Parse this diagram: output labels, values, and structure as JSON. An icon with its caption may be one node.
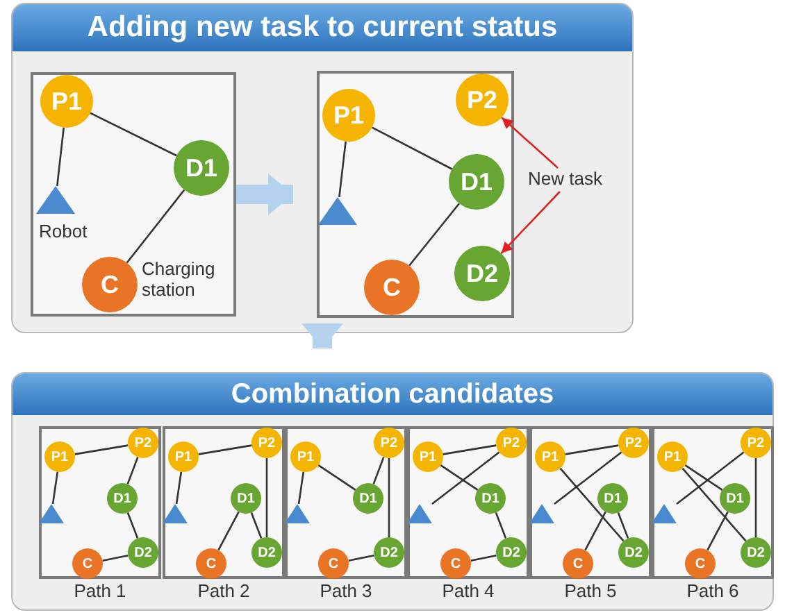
{
  "diagram": {
    "nodes": [
      {
        "text": [
          "Adding new task to current status"
        ]
      },
      {
        "text": [],
        "shape": "box",
        "in": 0
      },
      {
        "text": [
          "P1"
        ],
        "in": 1
      },
      {
        "text": [
          "D1"
        ],
        "in": 1
      },
      {
        "text": [],
        "shape": "triangle",
        "in": 1,
        "beside": [
          "Robot"
        ]
      },
      {
        "text": [
          "C"
        ],
        "in": 1,
        "beside": [
          "Charging station"
        ]
      },
      {
        "text": [],
        "shape": "box",
        "in": 0
      },
      {
        "text": [
          "P1"
        ],
        "in": 6
      },
      {
        "text": [
          "P2"
        ],
        "in": 6
      },
      {
        "text": [
          "D1"
        ],
        "in": 6
      },
      {
        "text": [],
        "shape": "triangle",
        "in": 6
      },
      {
        "text": [
          "D2"
        ],
        "in": 6
      },
      {
        "text": [
          "C"
        ],
        "in": 6
      },
      {
        "text": [
          "New task"
        ],
        "in": 0
      },
      {
        "text": [
          "Combination candidates"
        ]
      },
      {
        "text": [],
        "shape": "box",
        "in": 14,
        "beside": [
          "Path 1"
        ]
      },
      {
        "text": [
          "P1"
        ],
        "in": 15
      },
      {
        "text": [
          "P2"
        ],
        "in": 15
      },
      {
        "text": [
          "D1"
        ],
        "in": 15
      },
      {
        "text": [],
        "shape": "triangle",
        "in": 15
      },
      {
        "text": [
          "D2"
        ],
        "in": 15
      },
      {
        "text": [
          "C"
        ],
        "in": 15
      },
      {
        "text": [],
        "shape": "box",
        "in": 14,
        "beside": [
          "Path 2"
        ]
      },
      {
        "text": [
          "P1"
        ],
        "in": 22
      },
      {
        "text": [
          "P2"
        ],
        "in": 22
      },
      {
        "text": [
          "D1"
        ],
        "in": 22
      },
      {
        "text": [],
        "shape": "triangle",
        "in": 22
      },
      {
        "text": [
          "D2"
        ],
        "in": 22
      },
      {
        "text": [
          "C"
        ],
        "in": 22
      },
      {
        "text": [],
        "shape": "box",
        "in": 14,
        "beside": [
          "Path 3"
        ]
      },
      {
        "text": [
          "P1"
        ],
        "in": 29
      },
      {
        "text": [
          "P2"
        ],
        "in": 29
      },
      {
        "text": [
          "D1"
        ],
        "in": 29
      },
      {
        "text": [],
        "shape": "triangle",
        "in": 29
      },
      {
        "text": [
          "D2"
        ],
        "in": 29
      },
      {
        "text": [
          "C"
        ],
        "in": 29
      },
      {
        "text": [],
        "shape": "box",
        "in": 14,
        "beside": [
          "Path 4"
        ]
      },
      {
        "text": [
          "P1"
        ],
        "in": 36
      },
      {
        "text": [
          "P2"
        ],
        "in": 36
      },
      {
        "text": [
          "D1"
        ],
        "in": 36
      },
      {
        "text": [],
        "shape": "triangle",
        "in": 36
      },
      {
        "text": [
          "D2"
        ],
        "in": 36
      },
      {
        "text": [
          "C"
        ],
        "in": 36
      },
      {
        "text": [],
        "shape": "box",
        "in": 14,
        "beside": [
          "Path 5"
        ]
      },
      {
        "text": [
          "P1"
        ],
        "in": 43
      },
      {
        "text": [
          "P2"
        ],
        "in": 43
      },
      {
        "text": [
          "D1"
        ],
        "in": 43
      },
      {
        "text": [],
        "shape": "triangle",
        "in": 43
      },
      {
        "text": [
          "D2"
        ],
        "in": 43
      },
      {
        "text": [
          "C"
        ],
        "in": 43
      },
      {
        "text": [],
        "shape": "box",
        "in": 14,
        "beside": [
          "Path 6"
        ]
      },
      {
        "text": [
          "P1"
        ],
        "in": 50
      },
      {
        "text": [
          "P2"
        ],
        "in": 50
      },
      {
        "text": [
          "D1"
        ],
        "in": 50
      },
      {
        "text": [],
        "shape": "triangle",
        "in": 50
      },
      {
        "text": [
          "D2"
        ],
        "in": 50
      },
      {
        "text": [
          "C"
        ],
        "in": 50
      }
    ],
    "edges": [
      {
        "from": 4,
        "to": 2,
        "arrow": "none"
      },
      {
        "from": 2,
        "to": 3,
        "arrow": "none"
      },
      {
        "from": 3,
        "to": 5,
        "arrow": "none"
      },
      {
        "from": 1,
        "to": 6,
        "arrow": "to",
        "style": "thick",
        "color": "#b4d2ee"
      },
      {
        "from": 10,
        "to": 7,
        "arrow": "none"
      },
      {
        "from": 7,
        "to": 9,
        "arrow": "none"
      },
      {
        "from": 9,
        "to": 12,
        "arrow": "none"
      },
      {
        "from": 13,
        "to": 8,
        "arrow": "to",
        "color": "#e02020"
      },
      {
        "from": 13,
        "to": 11,
        "arrow": "to",
        "color": "#e02020"
      },
      {
        "from": 0,
        "to": 14,
        "arrow": "to",
        "style": "thick",
        "color": "#b4d2ee"
      },
      {
        "from": 19,
        "to": 16,
        "arrow": "none"
      },
      {
        "from": 16,
        "to": 17,
        "arrow": "none"
      },
      {
        "from": 17,
        "to": 18,
        "arrow": "none"
      },
      {
        "from": 18,
        "to": 20,
        "arrow": "none"
      },
      {
        "from": 20,
        "to": 21,
        "arrow": "none"
      },
      {
        "from": 26,
        "to": 23,
        "arrow": "none"
      },
      {
        "from": 23,
        "to": 24,
        "arrow": "none"
      },
      {
        "from": 24,
        "to": 27,
        "arrow": "none"
      },
      {
        "from": 27,
        "to": 25,
        "arrow": "none"
      },
      {
        "from": 25,
        "to": 28,
        "arrow": "none"
      },
      {
        "from": 33,
        "to": 30,
        "arrow": "none"
      },
      {
        "from": 30,
        "to": 32,
        "arrow": "none"
      },
      {
        "from": 32,
        "to": 31,
        "arrow": "none"
      },
      {
        "from": 31,
        "to": 34,
        "arrow": "none"
      },
      {
        "from": 34,
        "to": 35,
        "arrow": "none"
      },
      {
        "from": 40,
        "to": 38,
        "arrow": "none"
      },
      {
        "from": 38,
        "to": 37,
        "arrow": "none"
      },
      {
        "from": 37,
        "to": 39,
        "arrow": "none"
      },
      {
        "from": 39,
        "to": 41,
        "arrow": "none"
      },
      {
        "from": 41,
        "to": 42,
        "arrow": "none"
      },
      {
        "from": 47,
        "to": 45,
        "arrow": "none"
      },
      {
        "from": 45,
        "to": 44,
        "arrow": "none"
      },
      {
        "from": 44,
        "to": 48,
        "arrow": "none"
      },
      {
        "from": 48,
        "to": 46,
        "arrow": "none"
      },
      {
        "from": 46,
        "to": 49,
        "arrow": "none"
      },
      {
        "from": 54,
        "to": 52,
        "arrow": "none"
      },
      {
        "from": 52,
        "to": 55,
        "arrow": "none"
      },
      {
        "from": 55,
        "to": 51,
        "arrow": "none"
      },
      {
        "from": 51,
        "to": 53,
        "arrow": "none"
      },
      {
        "from": 53,
        "to": 56,
        "arrow": "none"
      }
    ]
  }
}
